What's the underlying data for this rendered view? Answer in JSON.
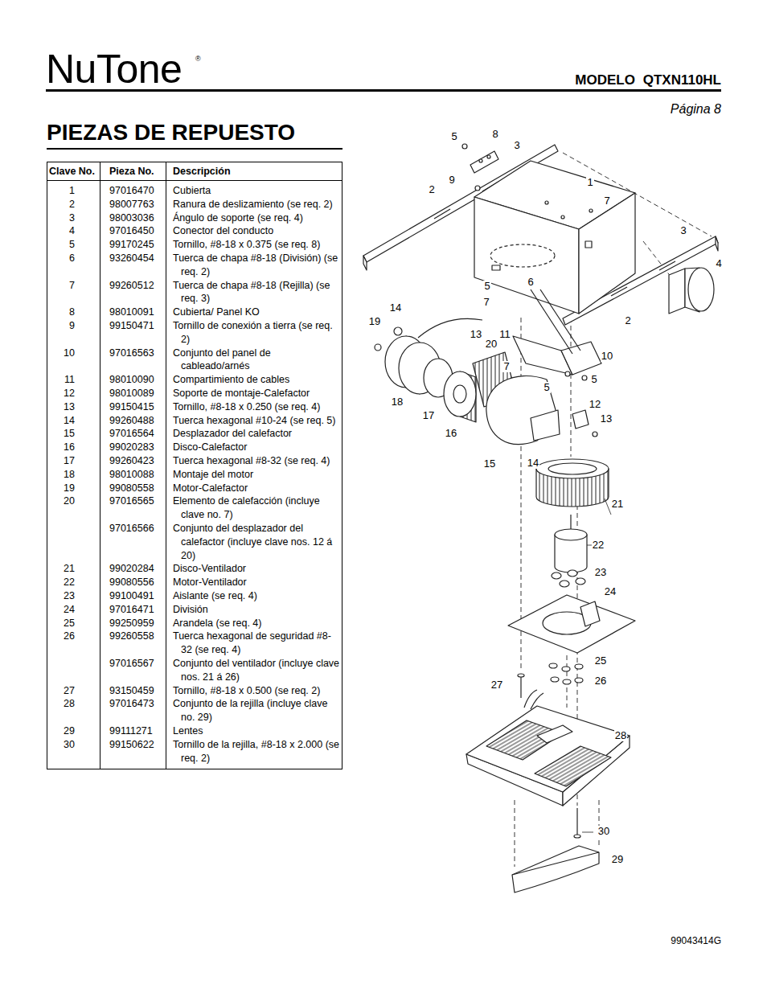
{
  "diagram": {
    "title": "PIEZAS DE REPUESTO",
    "labels": [
      "NuTone",
      "®",
      "MODELO QTXN110HL",
      "Página 8",
      "Clave No.",
      "Pieza No.",
      "Descripción",
      "1",
      "97016470",
      "Cubierta",
      "2",
      "98007763",
      "Ranura de deslizamiento (se req. 2)",
      "3",
      "98003036",
      "Ángulo de soporte (se req. 4)",
      "4",
      "97016450",
      "Conector del conducto",
      "5",
      "99170245",
      "Tornillo, #8-18 x 0.375 (se req. 8)",
      "6",
      "93260454",
      "Tuerca de chapa #8-18 (División) (se req. 2)",
      "7",
      "99260512",
      "Tuerca de chapa #8-18 (Rejilla) (se req. 3)",
      "8",
      "98010091",
      "Cubierta/ Panel KO",
      "9",
      "99150471",
      "Tornillo de conexión a tierra (se req. 2)",
      "10",
      "97016563",
      "Conjunto del panel de cableado/arnés",
      "11",
      "98010090",
      "Compartimiento de cables",
      "12",
      "98010089",
      "Soporte de montaje-Calefactor",
      "13",
      "99150415",
      "Tornillo, #8-18 x 0.250 (se req. 4)",
      "14",
      "99260488",
      "Tuerca hexagonal #10-24 (se req. 5)",
      "15",
      "97016564",
      "Desplazador del calefactor",
      "16",
      "99020283",
      "Disco-Calefactor",
      "17",
      "99260423",
      "Tuerca hexagonal #8-32 (se req. 4)",
      "18",
      "98010088",
      "Montaje del motor",
      "19",
      "99080558",
      "Motor-Calefactor",
      "20",
      "97016565",
      "Elemento de calefacción (incluye clave no. 7)",
      "97016566",
      "Conjunto del desplazador del calefactor (incluye clave nos. 12 á 20)",
      "21",
      "99020284",
      "Disco-Ventilador",
      "22",
      "99080556",
      "Motor-Ventilador",
      "23",
      "99100491",
      "Aislante (se req. 4)",
      "24",
      "97016471",
      "División",
      "25",
      "99250959",
      "Arandela (se req. 4)",
      "26",
      "99260558",
      "Tuerca hexagonal de seguridad #8-32 (se req. 4)",
      "97016567",
      "Conjunto del ventilador (incluye clave nos. 21 á 26)",
      "27",
      "93150459",
      "Tornillo, #8-18 x 0.500 (se req. 2)",
      "28",
      "97016473",
      "Conjunto de la rejilla (incluye clave no. 29)",
      "29",
      "99111271",
      "Lentes",
      "30",
      "99150622",
      "Tornillo de la rejilla, #8-18 x 2.000 (se req. 2)",
      "5",
      "8",
      "3",
      "9",
      "2",
      "1",
      "7",
      "3",
      "4",
      "5",
      "6",
      "7",
      "14",
      "19",
      "2",
      "13",
      "11",
      "20",
      "10",
      "7",
      "5",
      "5",
      "18",
      "12",
      "17",
      "13",
      "16",
      "15",
      "14",
      "21",
      "22",
      "23",
      "24",
      "25",
      "27",
      "26",
      "28",
      "30",
      "29",
      "99043414G"
    ]
  }
}
